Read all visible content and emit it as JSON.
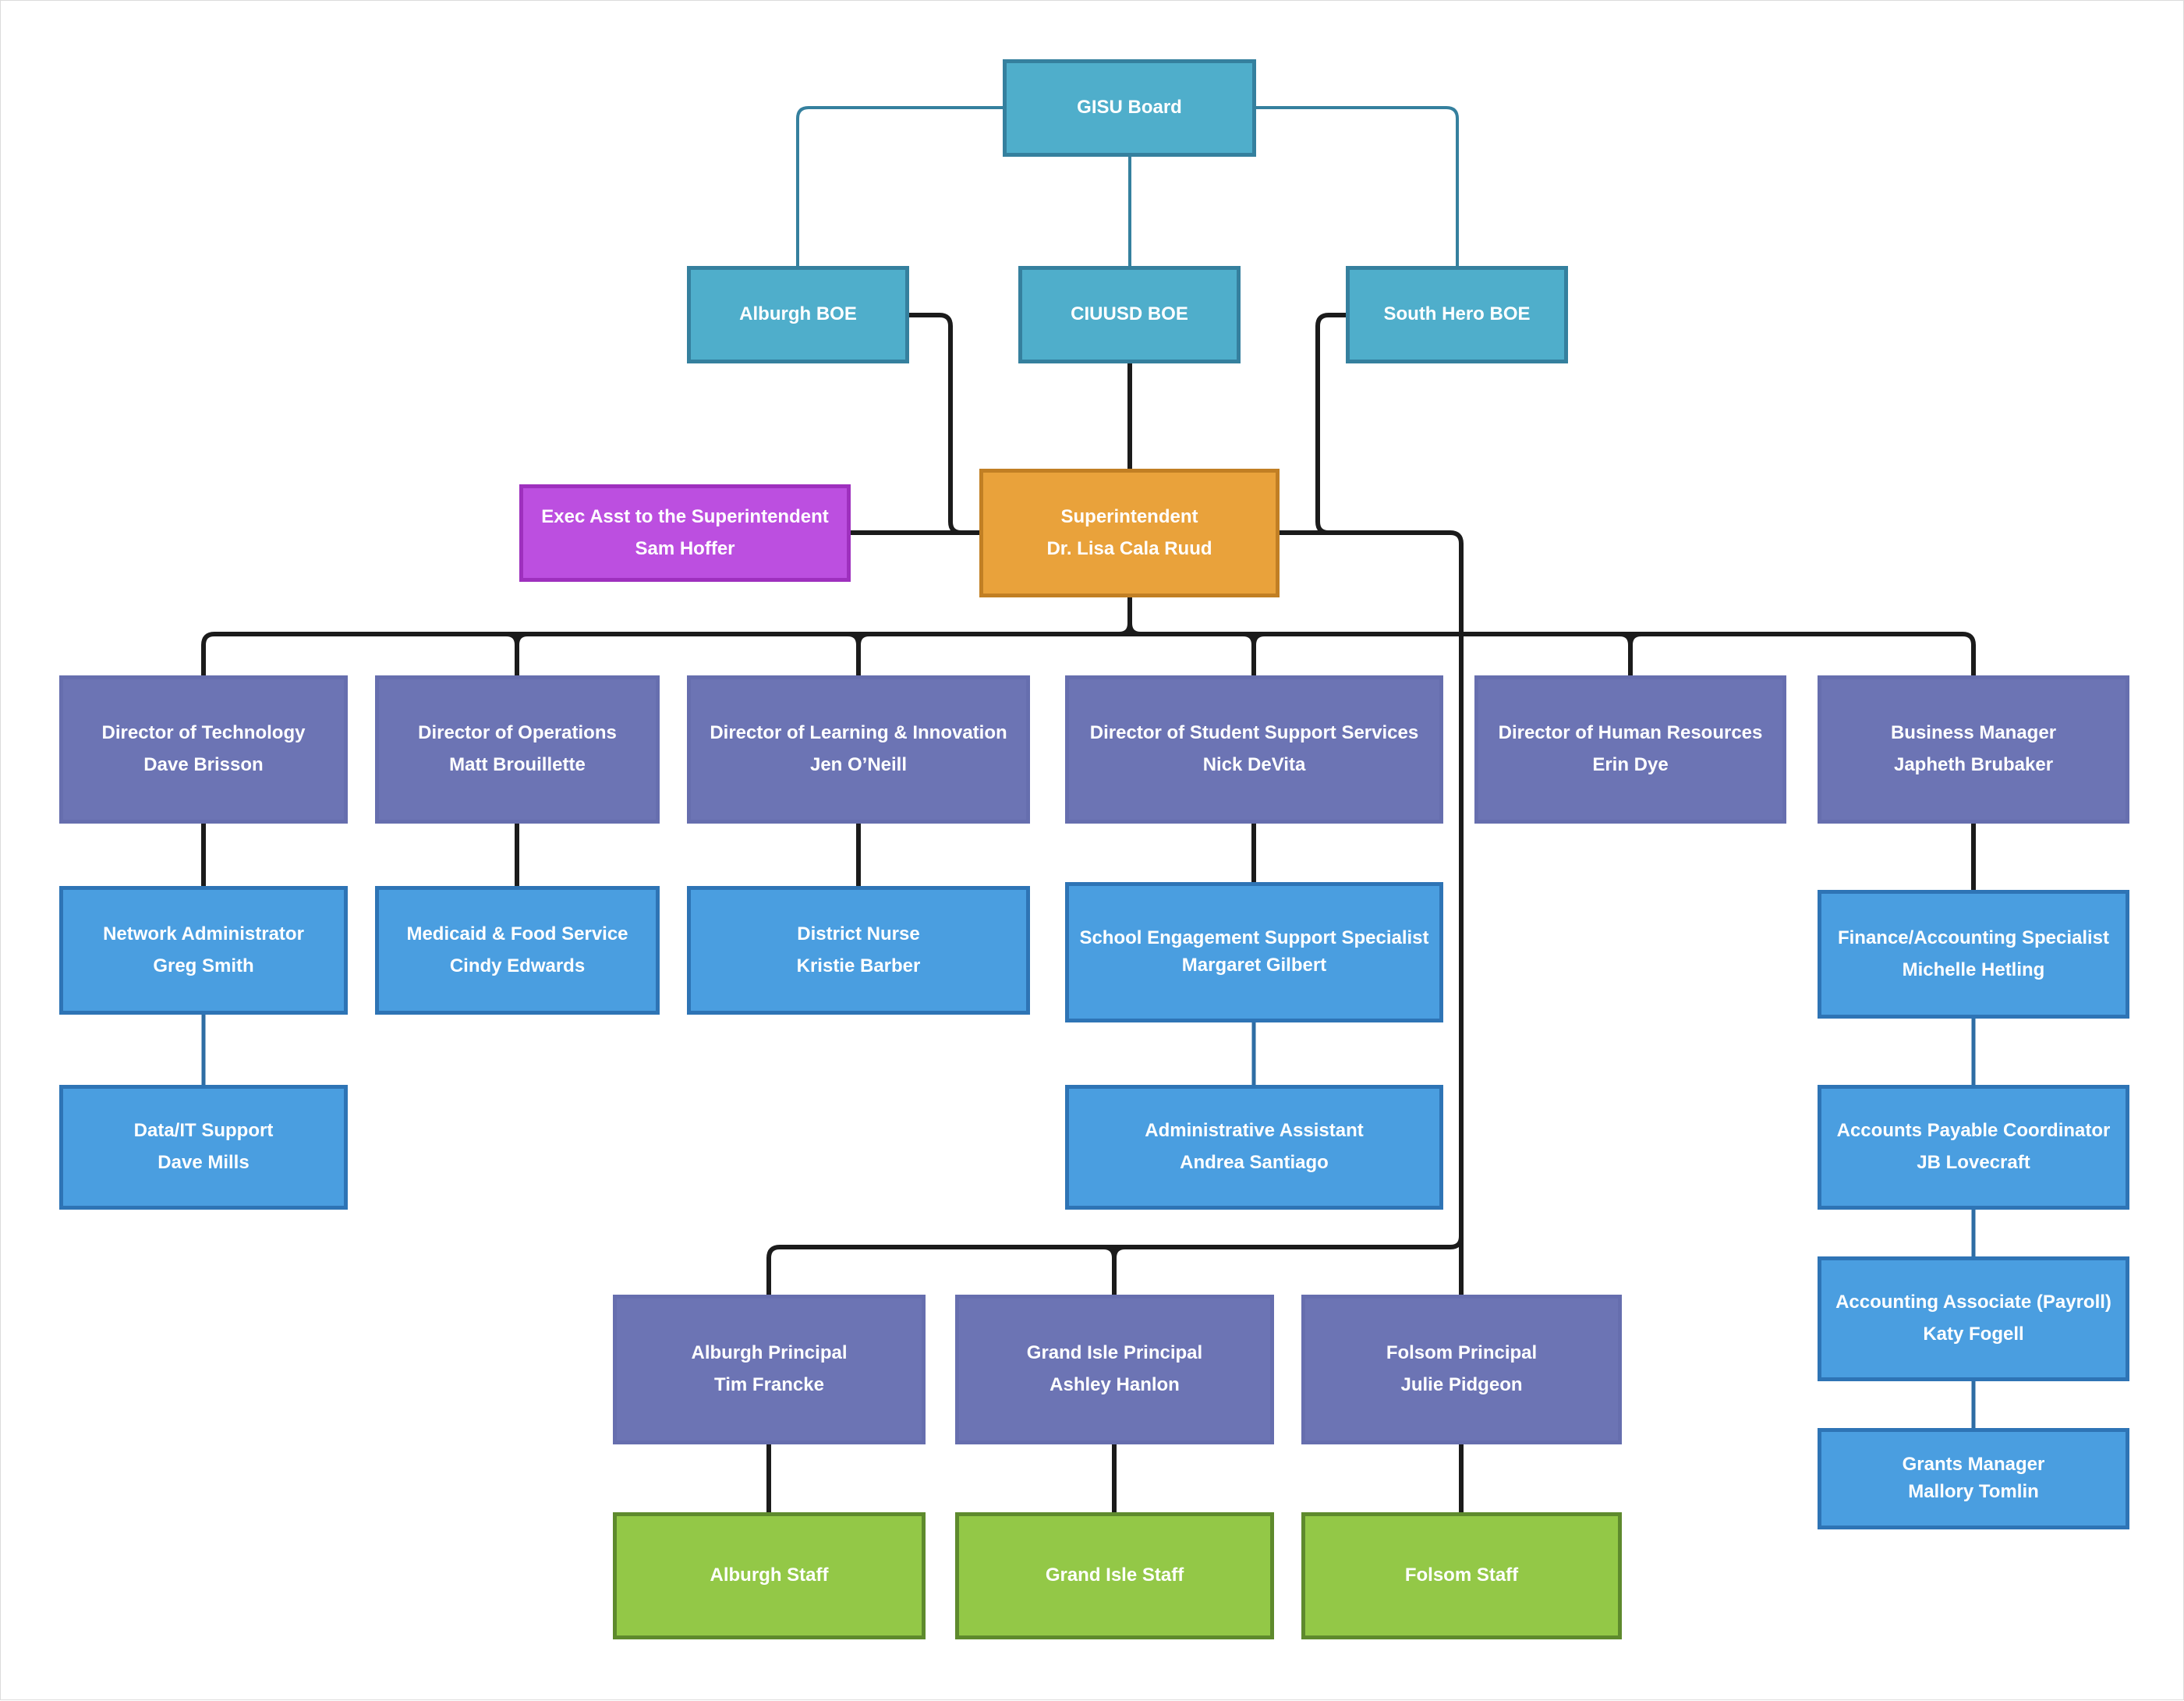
{
  "palette": {
    "board_teal": "#4FAECB",
    "board_teal_border": "#35809E",
    "superintendent_orange": "#E9A23B",
    "superintendent_orange_border": "#C17F24",
    "exec_magenta": "#BC4FE0",
    "exec_magenta_border": "#9E30BE",
    "director_purple": "#6C74B4",
    "support_blue": "#4A9EE0",
    "support_blue_border": "#2E74B5",
    "school_staff_green": "#93C847",
    "school_staff_green_border": "#5E8A2D",
    "connector_black": "#1B1B1B",
    "connector_teal": "#35809E",
    "connector_blue": "#2E6DA4"
  },
  "nodes": {
    "gisu_board": {
      "title": "GISU Board"
    },
    "alburgh_boe": {
      "title": "Alburgh BOE"
    },
    "ciuusd_boe": {
      "title": "CIUUSD BOE"
    },
    "south_hero_boe": {
      "title": "South Hero BOE"
    },
    "exec_asst": {
      "title": "Exec Asst to the Superintendent",
      "person": "Sam Hoffer"
    },
    "superintendent": {
      "title": "Superintendent",
      "person": "Dr. Lisa Cala Ruud"
    },
    "director_technology": {
      "title": "Director of Technology",
      "person": "Dave Brisson"
    },
    "director_operations": {
      "title": "Director of Operations",
      "person": "Matt Brouillette"
    },
    "director_learning": {
      "title": "Director of Learning & Innovation",
      "person": "Jen O’Neill"
    },
    "director_student_support": {
      "title": "Director of Student Support Services",
      "person": "Nick DeVita"
    },
    "director_hr": {
      "title": "Director of Human Resources",
      "person": "Erin Dye"
    },
    "business_manager": {
      "title": "Business Manager",
      "person": "Japheth Brubaker"
    },
    "network_admin": {
      "title": "Network Administrator",
      "person": "Greg Smith"
    },
    "medicaid_food": {
      "title": "Medicaid & Food Service",
      "person": "Cindy Edwards"
    },
    "district_nurse": {
      "title": "District Nurse",
      "person": "Kristie Barber"
    },
    "school_engagement": {
      "title": "School Engagement Support Specialist",
      "person": "Margaret Gilbert"
    },
    "finance_specialist": {
      "title": "Finance/Accounting Specialist",
      "person": "Michelle Hetling"
    },
    "data_it": {
      "title": "Data/IT Support",
      "person": "Dave Mills"
    },
    "admin_assistant": {
      "title": "Administrative Assistant",
      "person": "Andrea Santiago"
    },
    "accounts_payable": {
      "title": "Accounts Payable Coordinator",
      "person": "JB Lovecraft"
    },
    "accounting_associate": {
      "title": "Accounting Associate (Payroll)",
      "person": "Katy Fogell"
    },
    "grants_manager": {
      "title": "Grants Manager",
      "person": "Mallory Tomlin"
    },
    "alburgh_principal": {
      "title": "Alburgh Principal",
      "person": "Tim Francke"
    },
    "grand_isle_principal": {
      "title": "Grand Isle Principal",
      "person": "Ashley Hanlon"
    },
    "folsom_principal": {
      "title": "Folsom Principal",
      "person": "Julie Pidgeon"
    },
    "alburgh_staff": {
      "title": "Alburgh Staff"
    },
    "grand_isle_staff": {
      "title": "Grand Isle Staff"
    },
    "folsom_staff": {
      "title": "Folsom Staff"
    }
  }
}
